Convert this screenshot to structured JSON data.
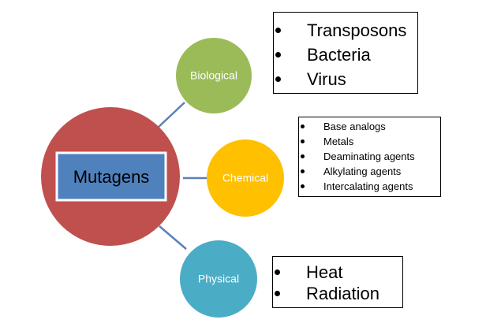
{
  "center": {
    "label": "Mutagens",
    "circle_color": "#c0504d",
    "box_color": "#4f81bd"
  },
  "categories": [
    {
      "label": "Biological",
      "color": "#9bbb59",
      "items": [
        "Transposons",
        "Bacteria",
        "Virus"
      ]
    },
    {
      "label": "Chemical",
      "color": "#ffc000",
      "items": [
        "Base analogs",
        "Metals",
        "Deaminating agents",
        "Alkylating agents",
        "Intercalating agents"
      ]
    },
    {
      "label": "Physical",
      "color": "#4bacc6",
      "items": [
        "Heat",
        "Radiation"
      ]
    }
  ],
  "connector_color": "#5b7fb7"
}
